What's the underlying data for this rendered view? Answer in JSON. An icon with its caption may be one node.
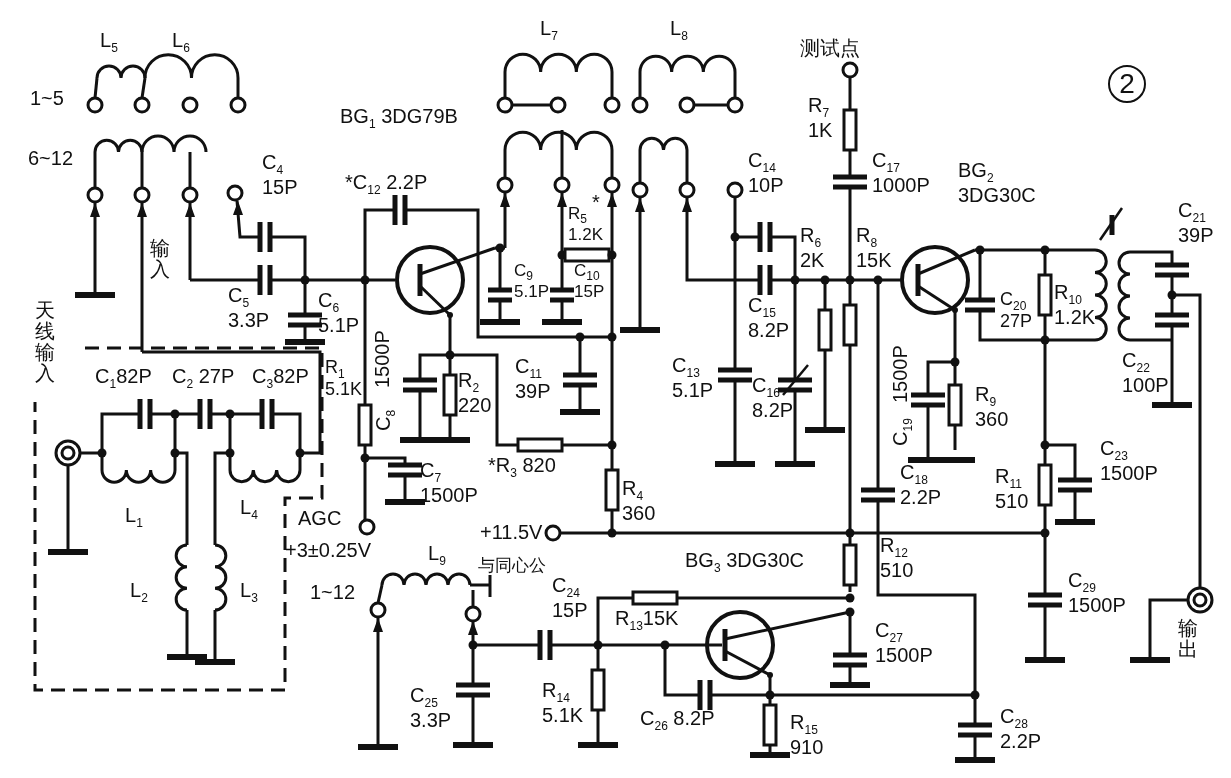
{
  "diagram": {
    "labels": [
      "L$_{5}$",
      "L$_{6}$",
      "1~5",
      "L$_{7}$",
      "L$_{8}$",
      "测试点",
      "2",
      "BG$_{1}$ 3DG79B",
      "6~12",
      "C$_{4}$ 15P",
      "*C$_{12}$ 2.2P",
      "*",
      "R$_{5}$ 1.2K",
      "R$_{7}$ 1K",
      "C$_{14}$ 10P",
      "C$_{17}$ 1000P",
      "BG$_{2}$ 3DG30C",
      "C$_{21}$ 39P",
      "输入",
      "C$_{5}$ 3.3P",
      "C$_{6}$ 5.1P",
      "C$_{9}$ 5.1P",
      "C$_{10}$ 15P",
      "R$_{6}$ 2K",
      "R$_{8}$ 15K",
      "C$_{15}$ 8.2P",
      "C$_{20}$ 27P",
      "R$_{10}$ 1.2K",
      "C$_{22}$ 100P",
      "天线输入",
      "C$_{1}$82P",
      "C$_{2}$ 27P",
      "C$_{3}$82P",
      "R$_{1}$ 5.1K",
      "1500P",
      "C$_{8}$",
      "R$_{2}$ 220",
      "C$_{11}$ 39P",
      "C$_{13}$ 5.1P",
      "C$_{16}$ 8.2P",
      "1500P",
      "C$_{19}$",
      "R$_{9}$ 360",
      "*R$_{3}$ 820",
      "L$_{1}$",
      "L$_{4}$",
      "C$_{7}$ 1500P",
      "R$_{4}$ 360",
      "C$_{18}$ 2.2P",
      "R$_{11}$ 510",
      "C$_{23}$ 1500P",
      "AGC",
      "+11.5V",
      "+3±0.25V",
      "L$_{9}$",
      "与同心公",
      "BG$_{3}$ 3DG30C",
      "R$_{12}$ 510",
      "L$_{2}$",
      "L$_{3}$",
      "1~12",
      "C$_{24}$ 15P",
      "C$_{29}$ 1500P",
      "R$_{13}$15K",
      "C$_{27}$ 1500P",
      "输出",
      "C$_{25}$ 3.3P",
      "R$_{14}$ 5.1K",
      "C$_{26}$ 8.2P",
      "R$_{15}$ 910",
      "C$_{28}$ 2.2P"
    ]
  }
}
